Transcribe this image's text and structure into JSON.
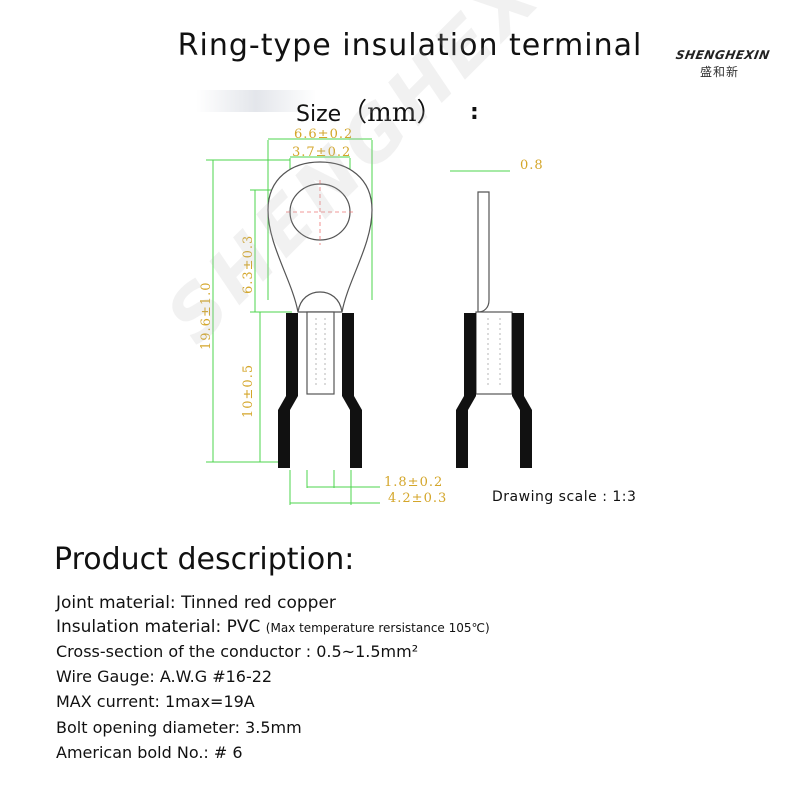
{
  "header": {
    "title": "Ring-type insulation terminal",
    "logo_text": "SHENGHEXIN",
    "logo_cn": "盛和新"
  },
  "drawing": {
    "size_label": "Size",
    "size_unit": "（mm）",
    "size_colon": ":",
    "dim_outer_width": "6.6±0.2",
    "dim_hole": "3.7±0.2",
    "dim_thickness": "0.8",
    "dim_total_length": "19.6±1.0",
    "dim_ring_length": "6.3±0.3",
    "dim_barrel_length": "10±0.5",
    "dim_inner_dia": "1.8±0.2",
    "dim_outer_dia": "4.2±0.3",
    "scale_text": "Drawing scale : 1:3",
    "watermark": "SHENGHEXIN",
    "colors": {
      "dimension": "#d4a62a",
      "guide": "#4cd44c",
      "outline": "#555555",
      "insulation": "#111111"
    }
  },
  "description": {
    "title": "Product description:",
    "lines": [
      "Joint material: Tinned red copper",
      "Insulation material: PVC",
      "Cross-section of the conductor : 0.5~1.5mm²",
      "Wire Gauge: A.W.G  #16-22",
      "MAX current: 1max=19A",
      "Bolt opening diameter: 3.5mm",
      "American bold No.: # 6"
    ],
    "insulation_note": "(Max temperature rersistance 105℃)"
  }
}
